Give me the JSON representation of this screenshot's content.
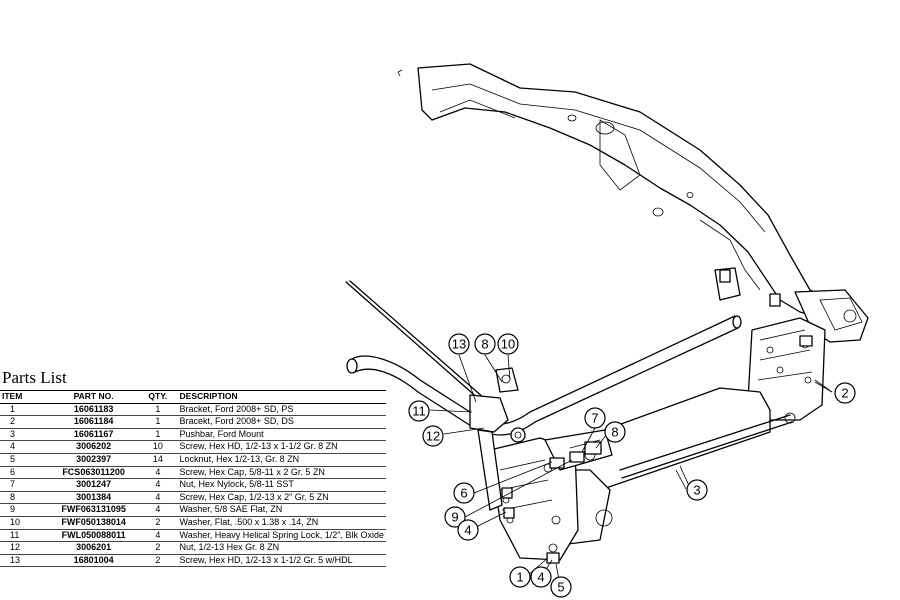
{
  "parts_list": {
    "title": "Parts List",
    "headers": {
      "item": "ITEM",
      "part_no": "PART NO.",
      "qty": "QTY.",
      "description": "DESCRIPTION"
    },
    "rows": [
      {
        "item": "1",
        "part_no": "16061183",
        "qty": "1",
        "description": "Bracket, Ford 2008+ SD, PS"
      },
      {
        "item": "2",
        "part_no": "16061184",
        "qty": "1",
        "description": "Bracekt, Ford 2008+ SD, DS"
      },
      {
        "item": "3",
        "part_no": "16061167",
        "qty": "1",
        "description": "Pushbar, Ford Mount"
      },
      {
        "item": "4",
        "part_no": "3006202",
        "qty": "10",
        "description": "Screw, Hex HD, 1/2-13 x 1-1/2 Gr. 8 ZN"
      },
      {
        "item": "5",
        "part_no": "3002397",
        "qty": "14",
        "description": "Locknut, Hex 1/2-13, Gr. 8 ZN"
      },
      {
        "item": "6",
        "part_no": "FCS063011200",
        "qty": "4",
        "description": "Screw, Hex Cap, 5/8-11 x 2 Gr. 5 ZN"
      },
      {
        "item": "7",
        "part_no": "3001247",
        "qty": "4",
        "description": "Nut, Hex Nylock, 5/8-11 SST"
      },
      {
        "item": "8",
        "part_no": "3001384",
        "qty": "4",
        "description": "Screw, Hex Cap, 1/2-13 x 2\" Gr. 5 ZN"
      },
      {
        "item": "9",
        "part_no": "FWF063131095",
        "qty": "4",
        "description": "Washer, 5/8 SAE Flat, ZN"
      },
      {
        "item": "10",
        "part_no": "FWF050138014",
        "qty": "2",
        "description": "Washer, Flat, .500 x 1.38 x .14, ZN"
      },
      {
        "item": "11",
        "part_no": "FWL050088011",
        "qty": "4",
        "description": "Washer, Heavy Helical Spring Lock, 1/2\", Blk Oxide"
      },
      {
        "item": "12",
        "part_no": "3006201",
        "qty": "2",
        "description": "Nut, 1/2-13 Hex Gr. 8 ZN"
      },
      {
        "item": "13",
        "part_no": "16801004",
        "qty": "2",
        "description": "Screw, Hex HD, 1/2-13 x 1-1/2 Gr. 5 w/HDL"
      }
    ]
  },
  "callouts": {
    "c13": "13",
    "c8a": "8",
    "c10": "10",
    "c11": "11",
    "c12": "12",
    "c7": "7",
    "c8b": "8",
    "c2": "2",
    "c3": "3",
    "c6": "6",
    "c9": "9",
    "c4a": "4",
    "c1": "1",
    "c4b": "4",
    "c5": "5"
  }
}
